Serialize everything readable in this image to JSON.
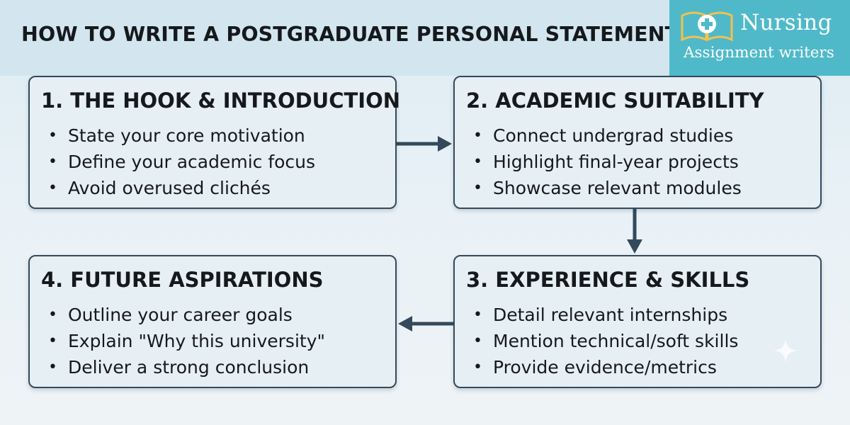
{
  "header": {
    "title": "HOW TO WRITE A POSTGRADUATE PERSONAL STATEMENT"
  },
  "logo": {
    "name": "Nursing",
    "tagline": "Assignment writers",
    "icon": "book-medical-cross-icon",
    "colors": {
      "background": "#4fb9c9",
      "mark": "#f2c14e",
      "text": "#ffffff"
    }
  },
  "steps": [
    {
      "title": "1. THE HOOK & INTRODUCTION",
      "items": [
        "State your core motivation",
        "Define your academic focus",
        "Avoid overused clichés"
      ]
    },
    {
      "title": "2. ACADEMIC SUITABILITY",
      "items": [
        "Connect undergrad studies",
        "Highlight final-year projects",
        "Showcase relevant modules"
      ]
    },
    {
      "title": "3. EXPERIENCE & SKILLS",
      "items": [
        "Detail relevant internships",
        "Mention technical/soft skills",
        "Provide evidence/metrics"
      ]
    },
    {
      "title": "4. FUTURE ASPIRATIONS",
      "items": [
        "Outline your career goals",
        "Explain \"Why this university\"",
        "Deliver a strong conclusion"
      ]
    }
  ],
  "flow": [
    "1 → 2",
    "2 → 3",
    "3 → 4"
  ],
  "colors": {
    "box_border": "#34495c",
    "box_fill": "#e6eff4",
    "arrow": "#34495c",
    "text": "#16191c"
  }
}
